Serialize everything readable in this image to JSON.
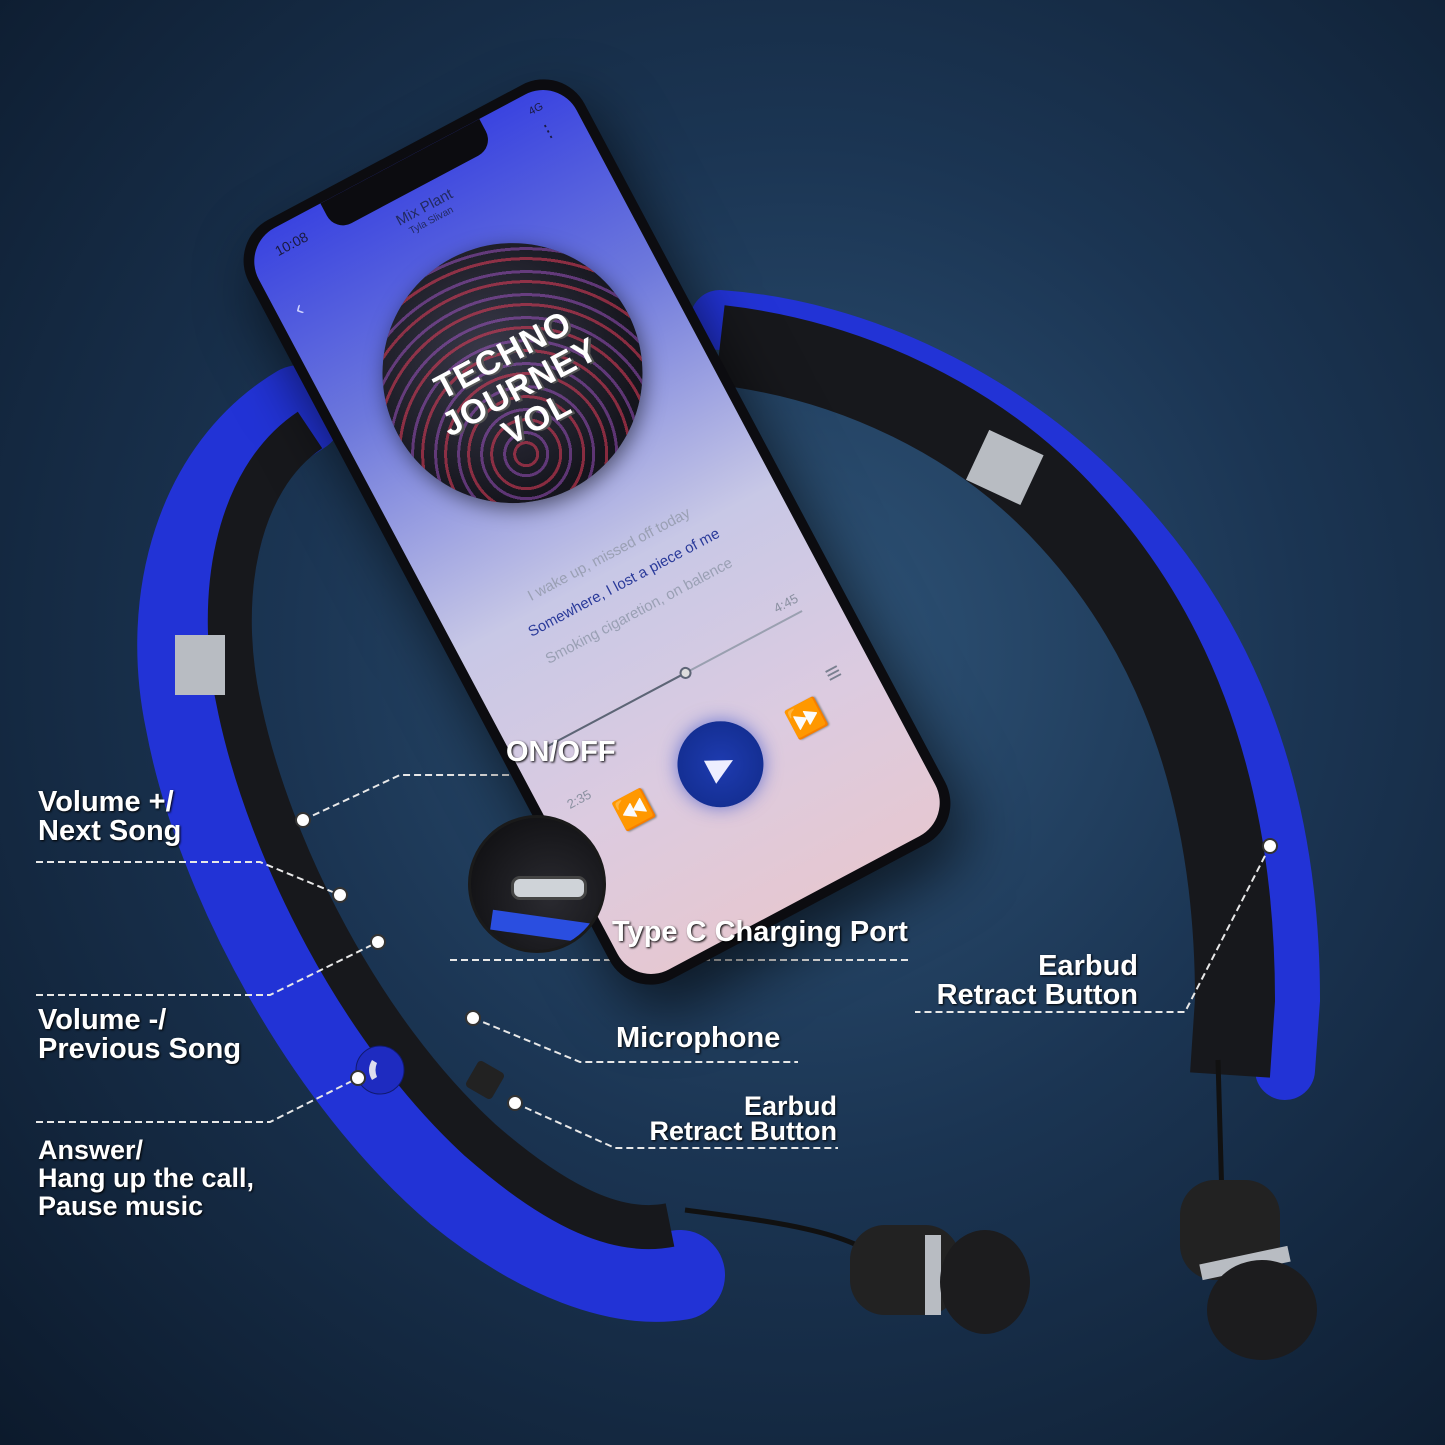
{
  "phone": {
    "status_time": "10:08",
    "network": "4G",
    "song_title": "Mix Plant",
    "artist": "Tyla Slivan",
    "album_art_text": [
      "TECHNO",
      "JOURNEY",
      "VOL"
    ],
    "lyrics": [
      "I wake up,  missed off today",
      "Somewhere,  I lost a piece of me",
      "Smoking cigaretion,  on balence"
    ],
    "current_time": "2:35",
    "total_time": "4:45",
    "progress_fraction": 0.54,
    "icons": [
      "back-chevron-icon",
      "more-dots-icon",
      "rewind-icon",
      "play-icon",
      "fast-forward-icon",
      "playlist-icon"
    ]
  },
  "labels": {
    "on_off": "ON/OFF",
    "volume_up": [
      "Volume +/",
      "Next Song"
    ],
    "volume_down": [
      "Volume -/",
      "Previous Song"
    ],
    "answer": [
      "Answer/",
      "Hang up the call,",
      "Pause music"
    ],
    "type_c": "Type C Charging Port",
    "microphone": "Microphone",
    "earbud_retract_left": [
      "Earbud",
      "Retract Button"
    ],
    "earbud_retract_right": [
      "Earbud",
      "Retract Button"
    ]
  },
  "colors": {
    "band_blue": "#2233d6",
    "band_black": "#17181c",
    "background": "#1b3553"
  }
}
